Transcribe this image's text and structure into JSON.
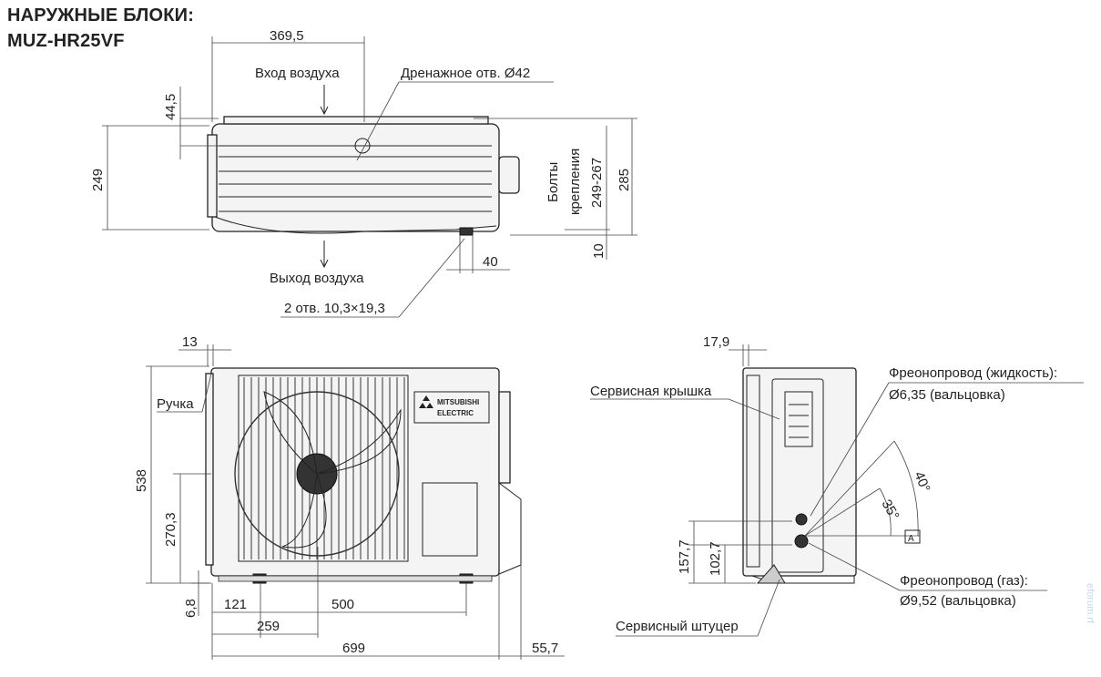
{
  "title": {
    "line1": "НАРУЖНЫЕ БЛОКИ:",
    "line2": "MUZ-HR25VF"
  },
  "top_view": {
    "dim_width": "369,5",
    "air_in": "Вход воздуха",
    "drain": "Дренажное  отв. Ø42",
    "dim_44": "44,5",
    "dim_249": "249",
    "bolts_line1": "Болты",
    "bolts_line2": "крепления",
    "bolts_range": "249-267",
    "dim_285": "285",
    "dim_10": "10",
    "dim_40": "40",
    "air_out": "Выход воздуха",
    "holes": "2 отв. 10,3×19,3"
  },
  "front_view": {
    "dim_13": "13",
    "handle": "Ручка",
    "dim_538": "538",
    "dim_270": "270,3",
    "dim_68": "6,8",
    "dim_121": "121",
    "dim_500": "500",
    "dim_259": "259",
    "dim_699": "699",
    "dim_557": "55,7",
    "brand_line1": "MITSUBISHI",
    "brand_line2": "ELECTRIC"
  },
  "side_view": {
    "dim_179": "17,9",
    "service_cover": "Сервисная крышка",
    "liquid_pipe": "Фреонопровод (жидкость):",
    "liquid_size": "Ø6,35 (вальцовка)",
    "angle_40": "40°",
    "angle_35": "35°",
    "dim_1577": "157,7",
    "dim_1027": "102,7",
    "gas_pipe": "Фреонопровод (газ):",
    "gas_size": "Ø9,52 (вальцовка)",
    "service_port": "Сервисный штуцер",
    "box_label": "A"
  },
  "watermark": "eforum.rf"
}
